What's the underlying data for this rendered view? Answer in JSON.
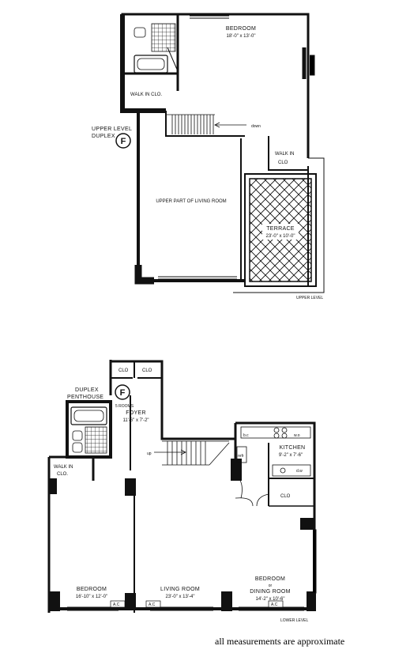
{
  "upper": {
    "bedroom": {
      "name": "BEDROOM",
      "dims": "18'-0\" x 13'-0\""
    },
    "walk_in_clo": "WALK IN  CLO.",
    "walk_in_clo_2": [
      "WALK IN",
      "CLO"
    ],
    "stair_down": "down",
    "upper_part_living": "UPPER PART OF LIVING ROOM",
    "terrace": {
      "name": "TERRACE",
      "dims": "23'-0\" x 10'-0\""
    },
    "level_label": [
      "UPPER LEVEL",
      "DUPLEX"
    ],
    "badge": "F",
    "caption": "UPPER LEVEL"
  },
  "lower": {
    "clo_1": "CLO",
    "clo_2": "CLO",
    "clo_3": "CLO",
    "title": [
      "DUPLEX",
      "PENTHOUSE"
    ],
    "badge": "F",
    "rooms_count": "5 ROOMS",
    "foyer": {
      "name": "FOYER",
      "dims": "11'-6\" x 7'-2\""
    },
    "up": "up",
    "kitchen": {
      "name": "KITCHEN",
      "dims": "9'-2\" x 7'-6\""
    },
    "appliances": {
      "bc": "b.c",
      "wo": "w.o",
      "refr": "refr",
      "dw": "d.w"
    },
    "walk_in_clo": [
      "WALK IN",
      "CLO."
    ],
    "bedroom_left": {
      "name": "BEDROOM",
      "dims": "16'-10\" x 12'-0\""
    },
    "living_room": {
      "name": "LIVING ROOM",
      "dims": "23'-0\" x 13'-4\""
    },
    "bedroom_dining": {
      "name": [
        "BEDROOM",
        "or",
        "DINING ROOM"
      ],
      "dims": "14'-2\" x 10'-6\""
    },
    "ac_labels": [
      "A.C",
      "A.C",
      "A.C"
    ],
    "caption": "LOWER LEVEL"
  },
  "footer": "all measurements are approximate",
  "colors": {
    "wall": "#111111",
    "paper": "#ffffff"
  }
}
